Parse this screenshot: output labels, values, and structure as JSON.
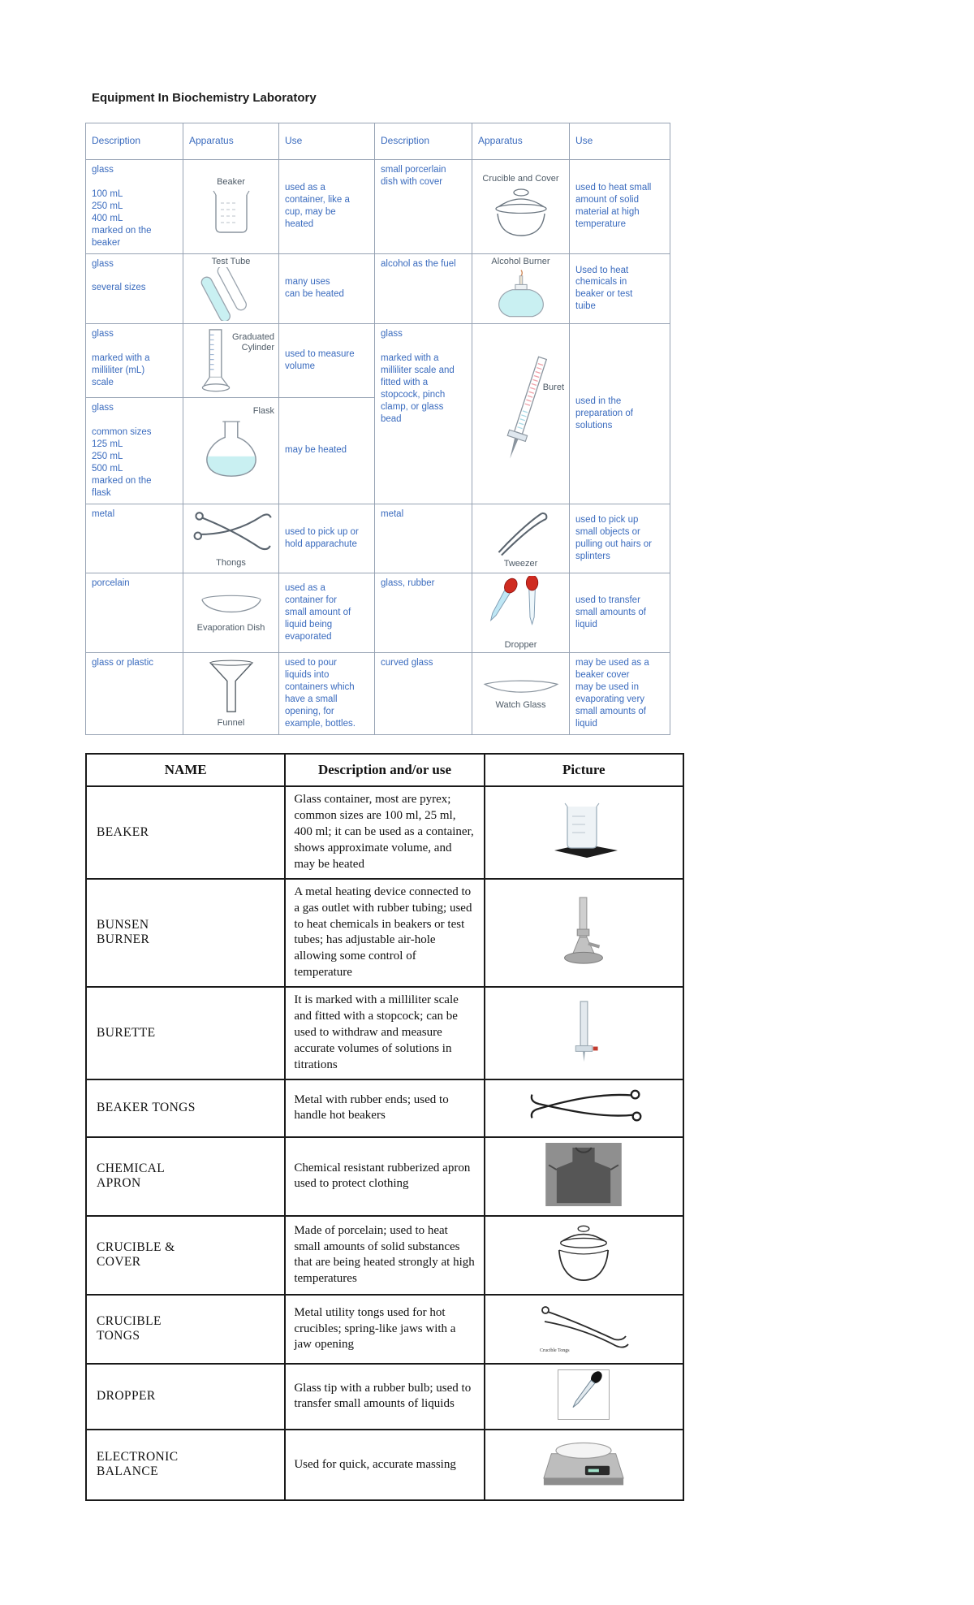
{
  "title": "Equipment In Biochemistry Laboratory",
  "table1": {
    "headers": [
      "Description",
      "Apparatus",
      "Use",
      "Description",
      "Apparatus",
      "Use"
    ],
    "rows": [
      {
        "l_desc": "glass\n\n100 mL\n250 mL\n400 mL\nmarked on the\nbeaker",
        "l_label": "Beaker",
        "l_use": "used as a\ncontainer, like a\ncup, may be\nheated",
        "r_desc": "small porcerlain\ndish with cover",
        "r_label": "Crucible and Cover",
        "r_use": "used to heat small\namount of solid\nmaterial at high\ntemperature"
      },
      {
        "l_desc": "glass\n\nseveral sizes",
        "l_label": "Test Tube",
        "l_use": "many uses\ncan be heated",
        "r_desc": "alcohol as the fuel",
        "r_label": "Alcohol Burner",
        "r_use": "Used to heat\nchemicals in\nbeaker or test\ntuibe"
      },
      {
        "l_desc": "glass\n\nmarked with a\nmilliliter (mL)\nscale",
        "l_label": "Graduated\nCylinder",
        "l_use": "used to measure\nvolume",
        "r_desc": "glass\n\nmarked with a\nmilliliter scale and\nfitted with a\nstopcock, pinch\nclamp, or glass\nbead",
        "r_label": "Buret",
        "r_use": "used in the\npreparation of\nsolutions"
      },
      {
        "l_desc": "glass\n\ncommon sizes\n125 mL\n250 mL\n500 mL\nmarked on the\nflask",
        "l_label": "Flask",
        "l_use": "may be heated"
      },
      {
        "l_desc": "metal",
        "l_label": "Thongs",
        "l_use": "used to pick up or\nhold apparachute",
        "r_desc": "metal",
        "r_label": "Tweezer",
        "r_use": "used to pick up\nsmall objects or\npulling out hairs or\nsplinters"
      },
      {
        "l_desc": "porcelain",
        "l_label": "Evaporation Dish",
        "l_use": "used as a\ncontainer for\nsmall amount of\nliquid being\nevaporated",
        "r_desc": "glass, rubber",
        "r_label": "Dropper",
        "r_use": "used to transfer\nsmall amounts of\nliquid"
      },
      {
        "l_desc": "glass or plastic",
        "l_label": "Funnel",
        "l_use": "used to pour\nliquids into\ncontainers which\nhave a small\nopening, for\nexample, bottles.",
        "r_desc": "curved glass",
        "r_label": "Watch Glass",
        "r_use": "may be used as a\nbeaker cover\nmay be used in\nevaporating very\nsmall amounts of\nliquid"
      }
    ]
  },
  "table2": {
    "headers": [
      "NAME",
      "Description and/or use",
      "Picture"
    ],
    "crucible_tongs_caption": "Crucible Tongs",
    "rows": [
      {
        "name": "BEAKER",
        "desc": "Glass container, most are pyrex; common sizes are 100 ml, 25 ml, 400 ml; it can be used as a container, shows approximate volume, and may be heated"
      },
      {
        "name": "BUNSEN\nBURNER",
        "desc": "A metal heating device connected to a gas outlet with rubber tubing; used to heat chemicals in beakers or test tubes; has adjustable air-hole allowing some control of temperature"
      },
      {
        "name": "BURETTE",
        "desc": "It is marked with a milliliter scale and fitted with a stopcock; can be used to withdraw and measure accurate volumes of solutions in titrations"
      },
      {
        "name": "BEAKER TONGS",
        "desc": "Metal with rubber ends; used to handle hot beakers"
      },
      {
        "name": "CHEMICAL\nAPRON",
        "desc": "Chemical resistant rubberized apron used to protect clothing"
      },
      {
        "name": "CRUCIBLE &\nCOVER",
        "desc": "Made of porcelain; used to heat small amounts of solid substances that are being heated strongly at high temperatures"
      },
      {
        "name": "CRUCIBLE\nTONGS",
        "desc": "Metal utility tongs used for hot crucibles; spring-like jaws with a jaw opening"
      },
      {
        "name": "DROPPER",
        "desc": "Glass tip with a rubber bulb; used to transfer small amounts of liquids"
      },
      {
        "name": "ELECTRONIC\nBALANCE",
        "desc": "Used for quick, accurate massing"
      }
    ]
  }
}
